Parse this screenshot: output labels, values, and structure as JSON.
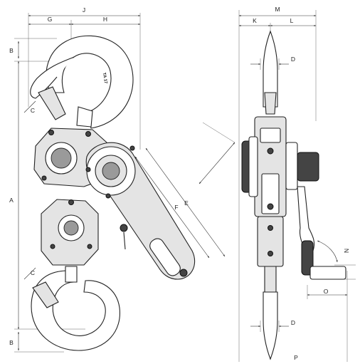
{
  "dimensions": {
    "A": "A",
    "B_top": "B",
    "B_bottom": "B",
    "C_top": "C",
    "C_bottom": "C",
    "D_top": "D",
    "D_bottom": "D",
    "E": "E",
    "F": "F",
    "G": "G",
    "H": "H",
    "J": "J",
    "K": "K",
    "L": "L",
    "M": "M",
    "N": "N",
    "O": "O",
    "P": "P"
  },
  "model_label": "TA 17"
}
